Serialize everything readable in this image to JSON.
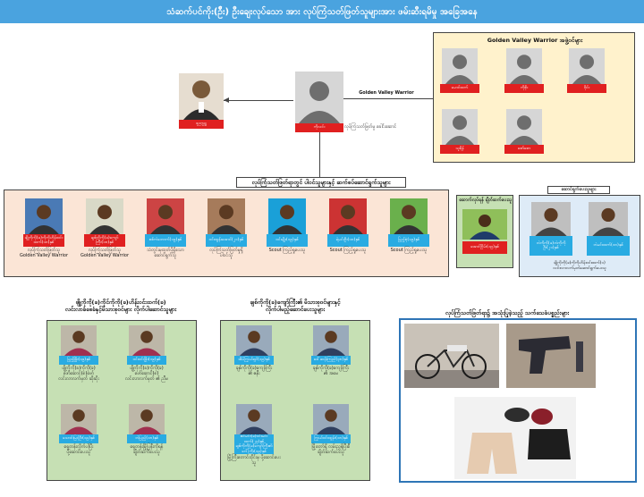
{
  "banner": {
    "title": "သံဆက်ပင်ကိုး(ဦ်း) ဦးချေးလုပ်သော အား လုပ်ကြံသတ်ဖြတ်သူများအား ဖမ်းဆီးရမိမှု အခြေအနေ"
  },
  "victim": {
    "name": "ဒုဥက္ကဋ္ဌ"
  },
  "leader": {
    "name": "ကိုလင်း",
    "caption": "လုပ်ကြံသတ်ဖြတ်မှု ခေါင်းဆောင်"
  },
  "gv_link": {
    "label": "Golden Valley Warrior"
  },
  "gv_group": {
    "title": "Golden Valley Warrior အဖွဲ့ဝင်များ",
    "members": [
      "မောင်ထက်",
      "ကိုစိုး",
      "ဝိုင်း",
      "သူရိန်",
      "ဇော်ဇော"
    ]
  },
  "perpetrators": {
    "title": "လုပ်ကြံသတ်ဖြတ်ရာတွင် ပါဝင်သူများနှင့် ဆက်စပ်ဆောင်ရွက်သူများ",
    "people": [
      {
        "tag": "ဖျို့ကိုကို(ခ)ကိုကိုဟိန်းဝင်းထက်(၁၈)နှစ်",
        "caption": "လုပ်ကြံသတ်ဖြတ်သူ\nGolden Valley Warrior"
      },
      {
        "tag": "ချစ်ကိုကို(ခ)ကျော်ကြီး(၁၈)နှစ်",
        "caption": "လုပ်ကြံသတ်ဖြတ်သူ\nGolden Valley Warrior"
      },
      {
        "tag": "စစ်ကဲဘောက်(၁၉)နှစ်",
        "caption": "သံတွင်းမှထုတ်ပို့ရှိသော\nဆောင်ရွက်သူ"
      },
      {
        "tag": "ဝင်းထွန်းအောင်(၂၁)နှစ်",
        "caption": "လုပ်ကြံသတ်ဖြတ်မှုရှိ\nပါဝင်သူ"
      },
      {
        "tag": "ဝင်းမျိုး(၁၉)နှစ်",
        "caption": "Scout ကြည့်ရှုပေးသူ"
      },
      {
        "tag": "ရဲမင်းဦး(၁၈)နှစ်",
        "caption": "Scout ကြည့်ရှုပေးသူ"
      },
      {
        "tag": "ပြည့်စုံ(၁၉)နှစ်",
        "caption": "Scout ကြည့်ရှုပေးသူ"
      }
    ]
  },
  "informant": {
    "title": "ဆောက်လုပ်ရန် ချိတ်ဆက်ပေးသူ",
    "tag": "အောင်ငြိမ်း(၁၉)နှစ်",
    "caption": ""
  },
  "shelter": {
    "title": "ဆောင်ရွက်ပေးသူများ",
    "people": [
      {
        "tag": "ဘဲကိုကို(ခ)ဘဲကိုကိုဦး(၂၁)နှစ်"
      },
      {
        "tag": "ဘဲမင်းထက်(၁၈)နှစ်"
      }
    ],
    "caption": "ဖျို့ကိုကို(ခ)ကိုကိုဟိန်းဝင်းထက်(၁)\nလင်းလာလက်မှတ်ဆောင်ရွက်ပေးသူ"
  },
  "family": {
    "title": "ဖျို့ကိုကို(ခ)ကိုင်ကိုကို(ခ)ဟိန်းဝင်းထက်(ခ)\nလင်းလာခံစေခံနှင့်မိသားစုဝင်များ လိုက်ပါဆောင်သူများ",
    "people": [
      {
        "tag": "ပြည့်ဖြိုး(၁၉)နှစ်",
        "caption": "ဖျို့ကိုကို(ခ)ကိုကို(ခ)\nဖော်ဆောင်(၈)ဖော်\nလင်းလာလက်မှတ် ဆိုဆိုး"
      },
      {
        "tag": "ဝင်းဝင်းဖြိုး(၁၉)နှစ်",
        "caption": "ဖျို့ကိုကို(ခ)ကိုကို(ခ)\nဖော်ဆောင်(၈)\nလင်းလာလက်မှတ် ၏ ညီမ"
      },
      {
        "tag": "သောင်းမြင့်ဦး(၁၉)နှစ်",
        "caption": "ရှေ့တန်းလိုက်ပါပြီး\nပို့ဆောင်ပေးသူ"
      },
      {
        "tag": "ဘဲပြည့်(၁၈)နှစ်",
        "caption": "ရှေ့တန်းမြို့ပြနီးကိုရန်\nချိတ်ဆက်ပေးသူ"
      }
    ]
  },
  "relatives": {
    "title": "ချစ်ကိုကို(ခ)ကျော်ကြီး၏ မိသားစုဝင်များနှင့်\nလိုက်ပါမည့်ဆောင်ပေးသူများ",
    "people": [
      {
        "tag": "အိမ်ကြွယ်ရှင်(၁၉)နှစ်",
        "caption": "ချစ်ကိုကို(ခ)ကျော်ကြီး\n၏ ဇနီး"
      },
      {
        "tag": "ဒေါ်ဆန်းကြည်(၃၈)နှစ်",
        "caption": "ချစ်ကိုကို(ခ)ကျော်ကြီး\n၏ အမေ"
      },
      {
        "tag": "ဇင်မင်း(ခ)ဝင်းမင်းထက်(၂၃)နှစ်\nချစ်ကိုကို(ခ)ကျော်ကြီး၏\nဂေါ်ကြီး(၁၉)နှစ်",
        "caption": "မြို့ကြီးတောင်ထိုင်းမှ ပို့ဆောင်ပေးသူ"
      },
      {
        "tag": "ကြွယ်ဝင်းထွန်း(၁၈)နှစ်",
        "caption": "မြို့တော်ရှိ လမ်းညွှန်ပြီးစီ\nချိတ်ဆက်ပေးသူ"
      }
    ]
  },
  "evidence": {
    "title": "လုပ်ကြံသတ်ဖြတ်ရာ၌ အသုံးပြုခဲ့သည့် သက်သေခံပစ္စည်းများ",
    "items": [
      "bicycle",
      "pistol",
      "clothing"
    ]
  },
  "colors": {
    "banner": "#4aa3df",
    "red_tag": "#e02020",
    "blue_tag": "#29abe2",
    "perp_bg": "#fbe5d6",
    "gv_bg": "#fff2cc",
    "green_bg": "#c6e0b4",
    "blue_bg": "#deebf7",
    "evidence_border": "#2e75b6"
  }
}
